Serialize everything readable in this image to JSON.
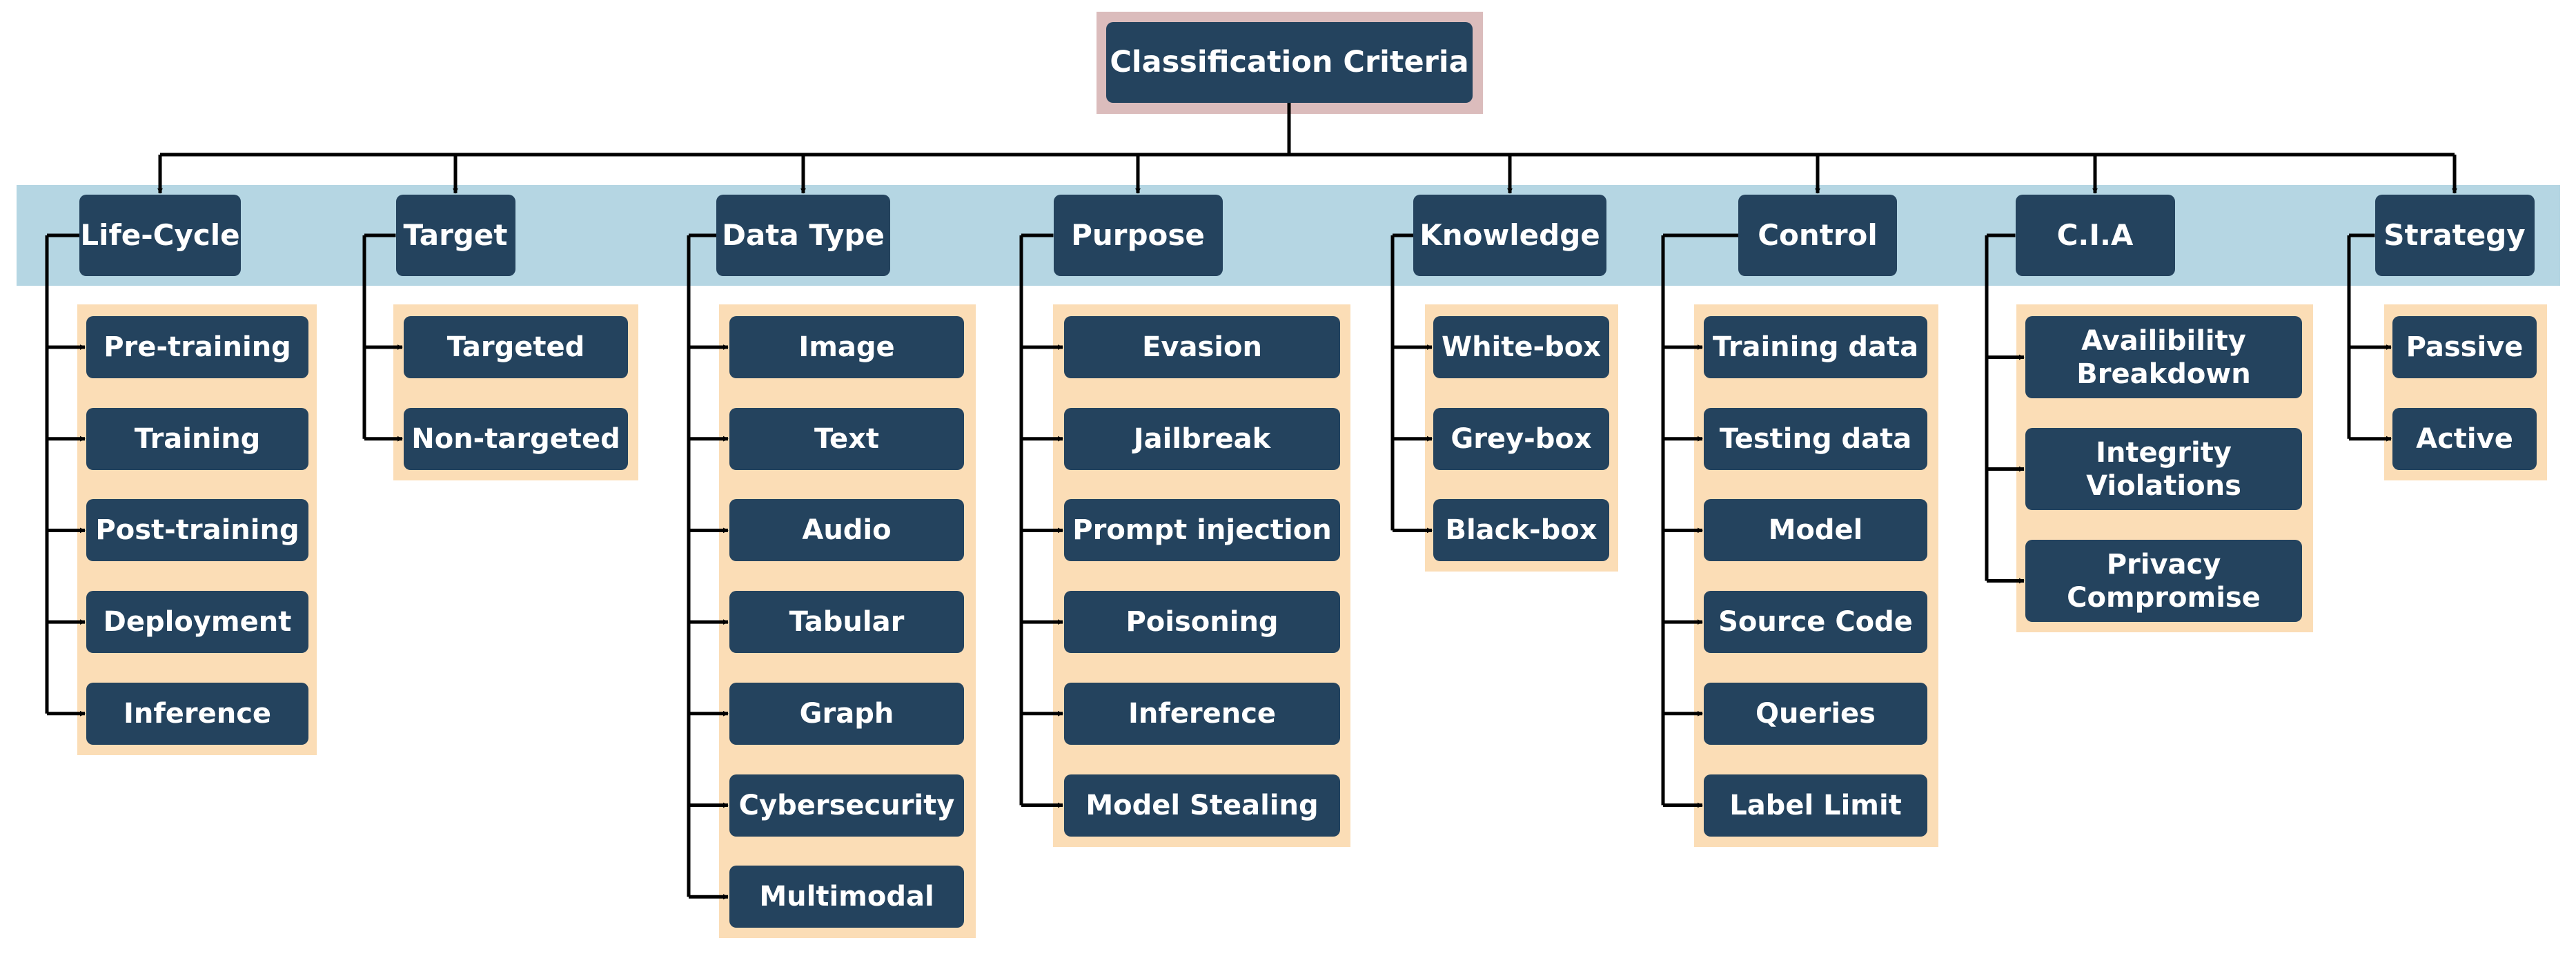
{
  "root": {
    "label": "Classification Criteria"
  },
  "categories": [
    {
      "label": "Life-Cycle",
      "items": [
        "Pre-training",
        "Training",
        "Post-training",
        "Deployment",
        "Inference"
      ]
    },
    {
      "label": "Target",
      "items": [
        "Targeted",
        "Non-targeted"
      ]
    },
    {
      "label": "Data Type",
      "items": [
        "Image",
        "Text",
        "Audio",
        "Tabular",
        "Graph",
        "Cybersecurity",
        "Multimodal"
      ]
    },
    {
      "label": "Purpose",
      "items": [
        "Evasion",
        "Jailbreak",
        "Prompt injection",
        "Poisoning",
        "Inference",
        "Model Stealing"
      ]
    },
    {
      "label": "Knowledge",
      "items": [
        "White-box",
        "Grey-box",
        "Black-box"
      ]
    },
    {
      "label": "Control",
      "items": [
        "Training data",
        "Testing data",
        "Model",
        "Source Code",
        "Queries",
        "Label Limit"
      ]
    },
    {
      "label": "C.I.A",
      "items": [
        "Availibility\nBreakdown",
        "Integrity\nViolations",
        "Privacy\nCompromise"
      ]
    },
    {
      "label": "Strategy",
      "items": [
        "Passive",
        "Active"
      ]
    }
  ],
  "colors": {
    "box": "#24435e",
    "band": "#b5d6e3",
    "panel": "#fbddb6",
    "root_frame": "#dbbcbc",
    "line": "#000000"
  }
}
